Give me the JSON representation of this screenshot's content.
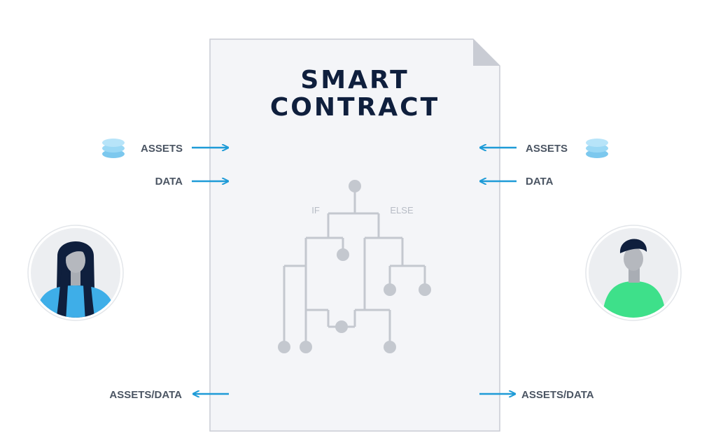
{
  "document": {
    "title_line1": "SMART",
    "title_line2": "CONTRACT"
  },
  "left_party": {
    "inputs": [
      "ASSETS",
      "DATA"
    ],
    "output": "ASSETS/DATA",
    "avatar_icon": "woman-avatar-icon"
  },
  "right_party": {
    "inputs": [
      "ASSETS",
      "DATA"
    ],
    "output": "ASSETS/DATA",
    "avatar_icon": "man-avatar-icon"
  },
  "logic_tree": {
    "if_label": "IF",
    "else_label": "ELSE"
  },
  "icons": {
    "assets": "coin-stack-icon"
  },
  "colors": {
    "arrow": "#1e9bd7",
    "title": "#0f1f3d",
    "document_fill": "#f4f5f8",
    "document_border": "#c9ccd4",
    "tree": "#c4c8cf",
    "coin": "#8fd3f4",
    "woman_shirt": "#3eaee8",
    "man_shirt": "#3ee08a"
  }
}
